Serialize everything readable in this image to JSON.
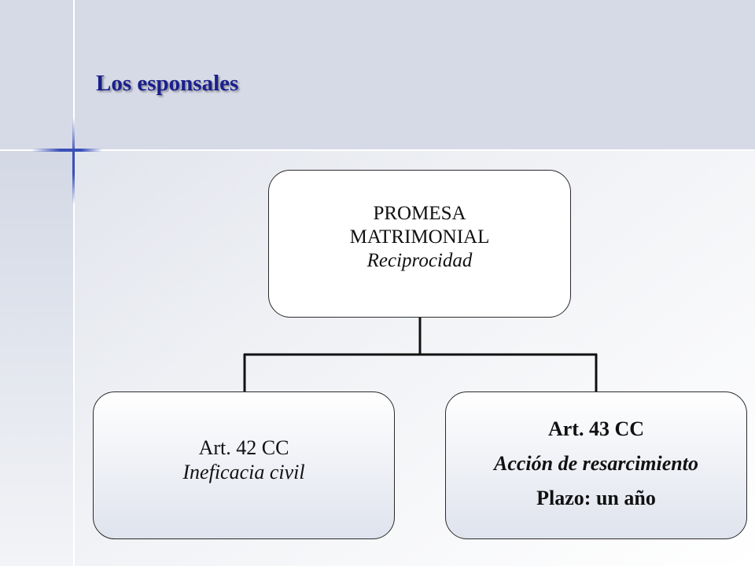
{
  "slide": {
    "title": "Los esponsales"
  },
  "diagram": {
    "root": {
      "line1": "PROMESA",
      "line2": "MATRIMONIAL",
      "line3": "Reciprocidad"
    },
    "left": {
      "line1": "Art. 42 CC",
      "line2": "Ineficacia civil"
    },
    "right": {
      "line1": "Art. 43 CC",
      "line2": "Acción de resarcimiento",
      "line3": "Plazo: un año"
    }
  },
  "colors": {
    "title": "#1a1f8c",
    "accent": "#3a4fb8",
    "band": "#d6dae6"
  }
}
